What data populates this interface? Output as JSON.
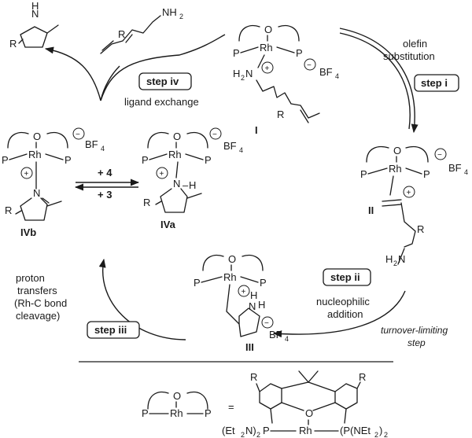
{
  "labels": {
    "I": "I",
    "II": "II",
    "III": "III",
    "IVa": "IVa",
    "IVb": "IVb"
  },
  "atoms": {
    "O": "O",
    "Rh": "Rh",
    "P": "P",
    "N": "N",
    "H": "H",
    "R": "R",
    "NH2": "NH",
    "H2N": "H",
    "BF4": "BF",
    "sub2": "2",
    "sub4": "4"
  },
  "steps": {
    "i": "step i",
    "ii": "step ii",
    "iii": "step iii",
    "iv": "step iv"
  },
  "captions": {
    "ligand_exchange": "ligand exchange",
    "olefin_1": "olefin",
    "olefin_2": "substitution",
    "nucleophilic_1": "nucleophilic",
    "nucleophilic_2": "addition",
    "turnover_1": "turnover-limiting",
    "turnover_2": "step",
    "proton_1": "proton",
    "proton_2": "transfers",
    "proton_3": "(Rh-C bond",
    "proton_4": "cleavage)",
    "plus4": "+ 4",
    "plus3": "+ 3",
    "equals": "=",
    "et2n": "(Et",
    "net2": "(P(NEt"
  }
}
